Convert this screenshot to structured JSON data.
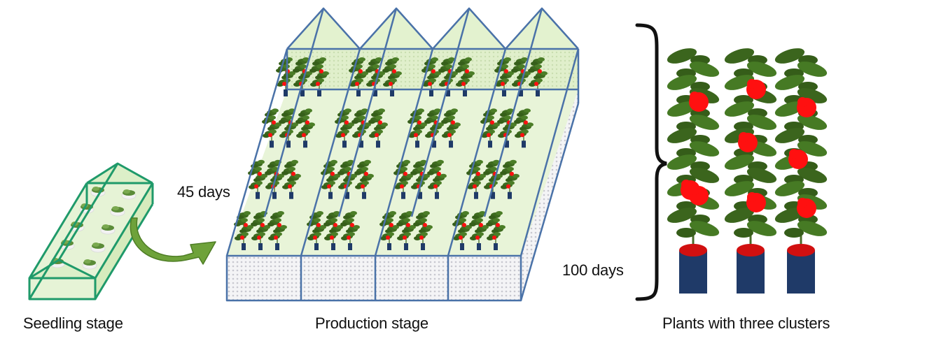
{
  "labels": {
    "seedling": "Seedling stage",
    "production": "Production stage",
    "plants": "Plants with three clusters",
    "duration_seedling": "45 days",
    "duration_production": "100 days"
  },
  "greenhouse": {
    "bays": 4,
    "plant_rows_per_bay": 3,
    "clusters_per_plant": 3
  },
  "plants_panel": {
    "plant_count": 3,
    "clusters_per_plant": 3
  },
  "colors": {
    "frame_blue": "#4a72a8",
    "glass_green": "#e3f2cf",
    "seed_frame": "#1f9a6a",
    "arrow_green": "#6ea23a",
    "leaf": "#3e6b1f",
    "fruit": "#ff1010",
    "pot": "#1f3a68",
    "text": "#111111"
  }
}
